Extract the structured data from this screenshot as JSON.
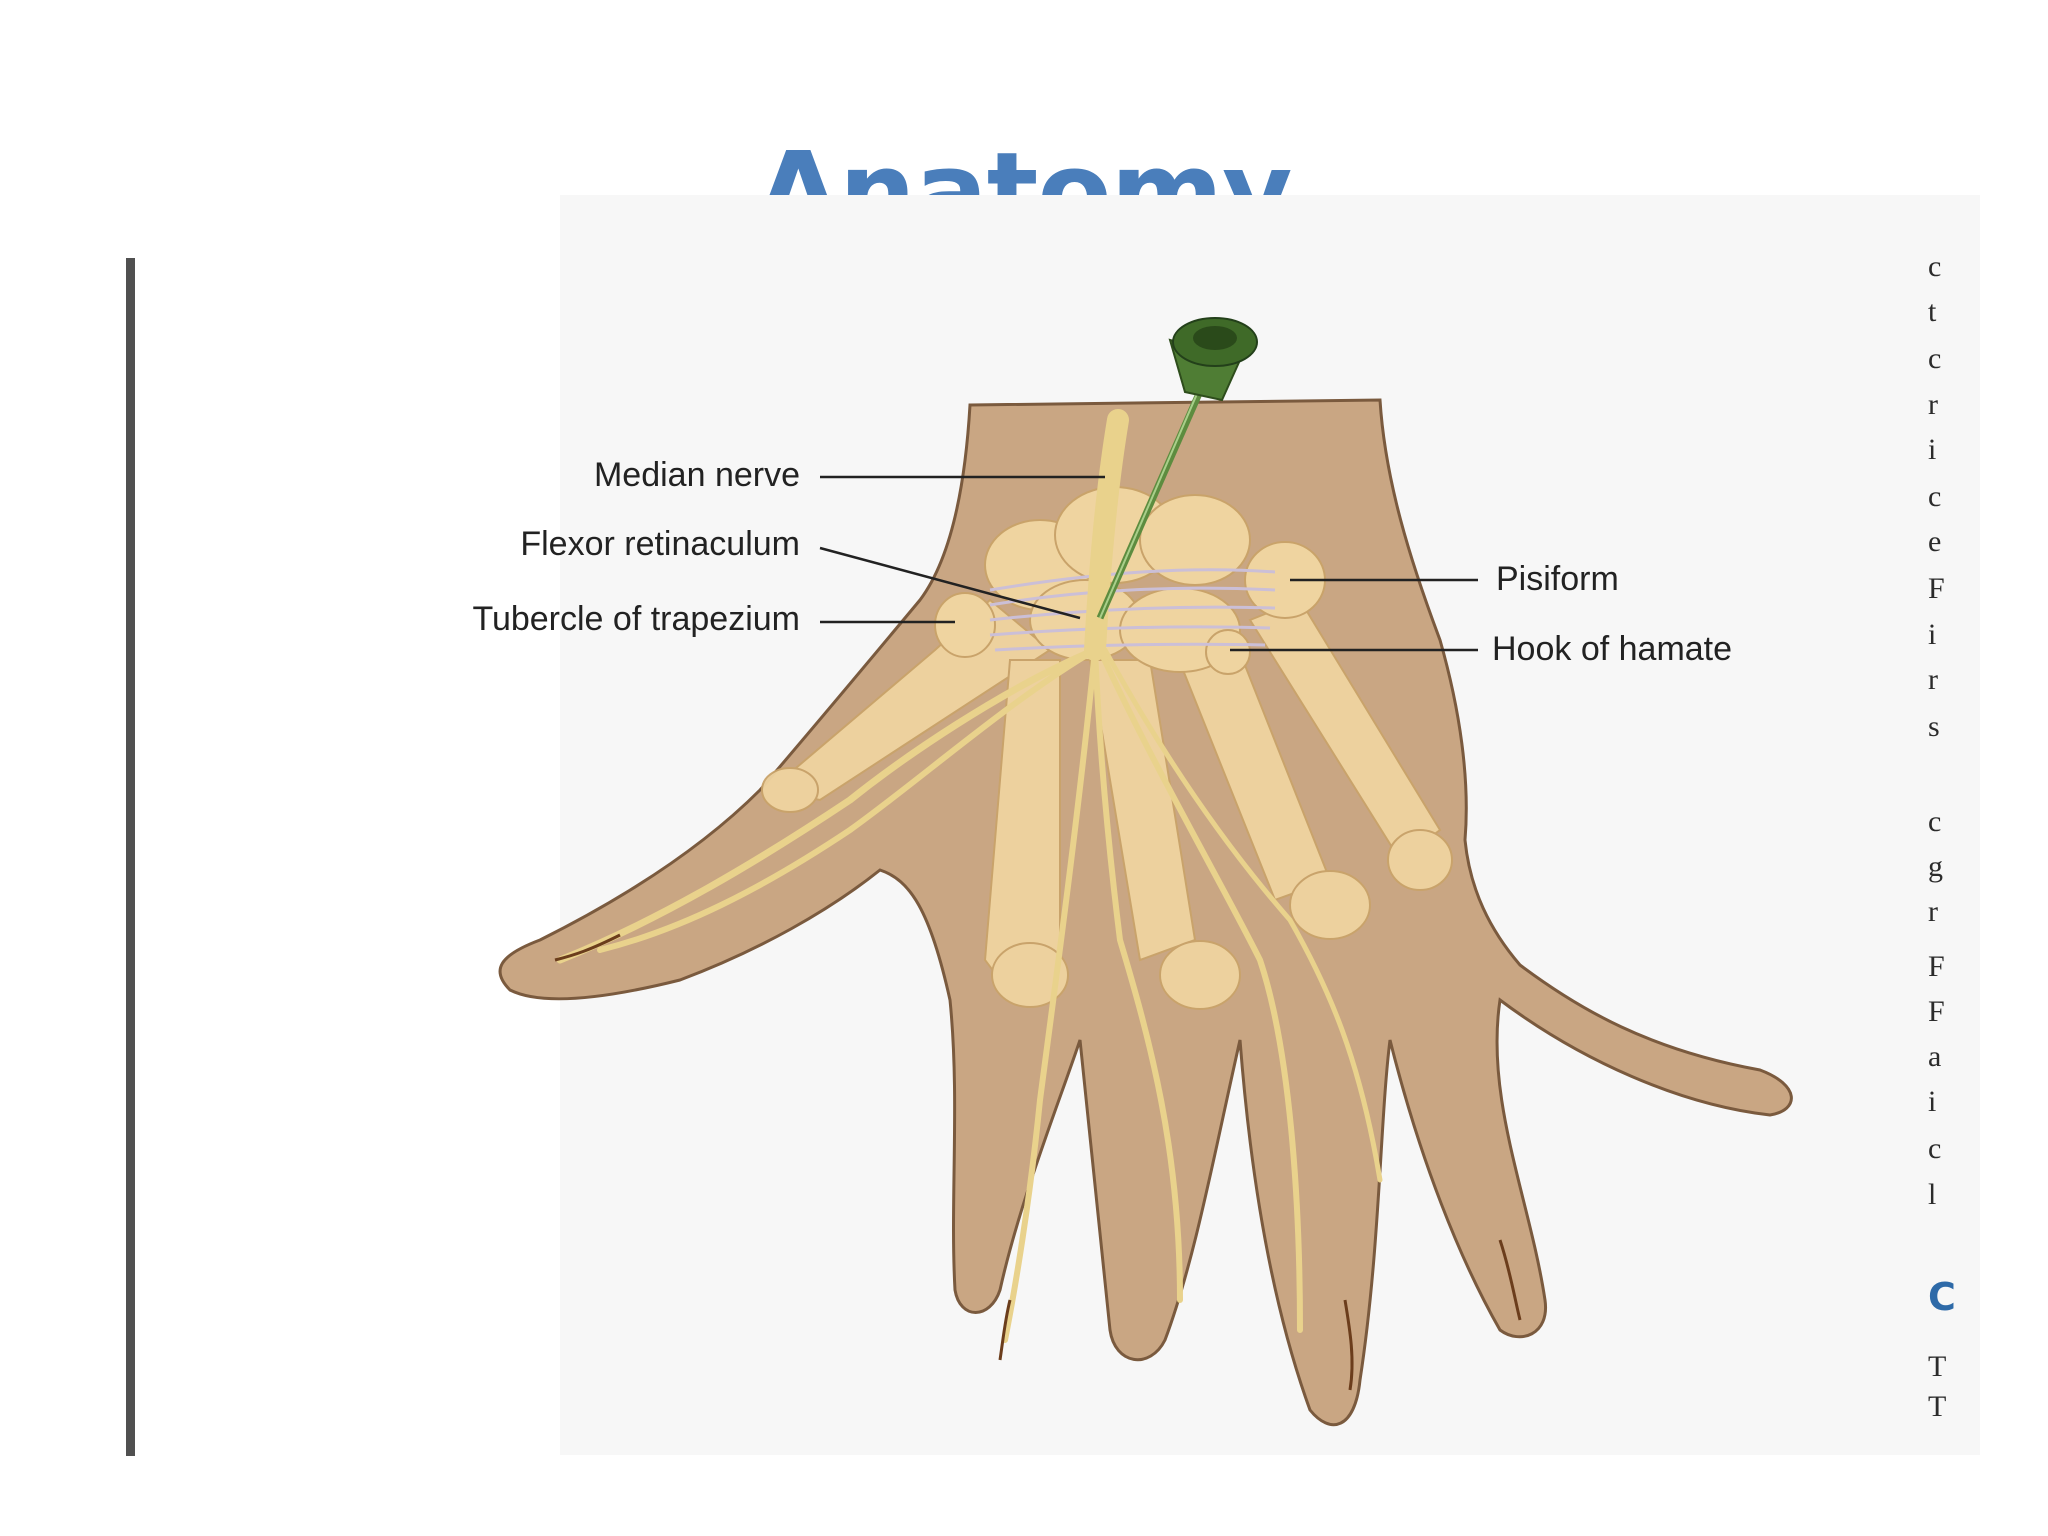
{
  "slide": {
    "title": "Anatomy"
  },
  "diagram": {
    "labels": {
      "median_nerve": "Median nerve",
      "flexor_retinaculum": "Flexor retinaculum",
      "tubercle_of_trapezium": "Tubercle of trapezium",
      "pisiform": "Pisiform",
      "hook_of_hamate": "Hook of hamate"
    },
    "colors": {
      "skin": "#c9a683",
      "skin_outline": "#7a5a3e",
      "bone": "#efd4a0",
      "nerve": "#f0dc96",
      "retinaculum": "#ccc0d8",
      "needle": "#5d8c3f",
      "title": "#4a7ebb"
    }
  },
  "cropped_side_text": {
    "letters": [
      "c",
      "t",
      "c",
      "r",
      "i",
      "c",
      "e",
      "F",
      "i",
      "r",
      "s",
      "c",
      "g",
      "r",
      "F",
      "F",
      "a",
      "i",
      "c",
      "l",
      "C",
      "T",
      "T"
    ]
  }
}
